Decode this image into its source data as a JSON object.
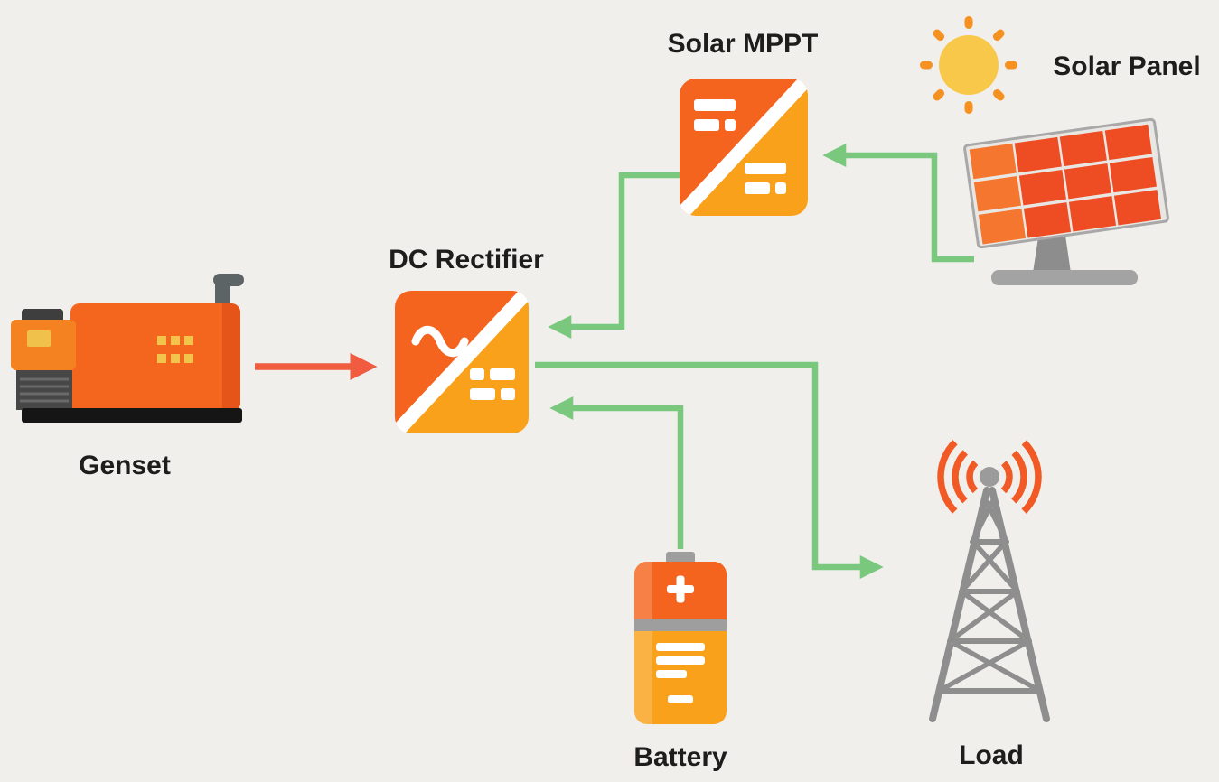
{
  "diagram": {
    "type": "flow",
    "background": "#f1efec",
    "nodes": {
      "genset": {
        "label": "Genset"
      },
      "dc_rectifier": {
        "label": "DC Rectifier"
      },
      "solar_mppt": {
        "label": "Solar MPPT"
      },
      "solar_panel": {
        "label": "Solar Panel"
      },
      "battery": {
        "label": "Battery"
      },
      "load": {
        "label": "Load"
      }
    },
    "edges": [
      {
        "from": "genset",
        "to": "dc_rectifier",
        "color": "#f15b40"
      },
      {
        "from": "solar_panel",
        "to": "solar_mppt",
        "color": "#79c87e"
      },
      {
        "from": "solar_mppt",
        "to": "dc_rectifier",
        "color": "#79c87e"
      },
      {
        "from": "battery",
        "to": "dc_rectifier",
        "color": "#79c87e"
      },
      {
        "from": "dc_rectifier",
        "to": "load",
        "color": "#79c87e"
      }
    ],
    "colors": {
      "orange_dark": "#f4641e",
      "orange_light": "#f9a11b",
      "green_arrow": "#79c87e",
      "orange_arrow": "#f15b40",
      "signal_orange": "#f15a24",
      "gray": "#8e8e8e",
      "text": "#1f1d1b",
      "sun_yellow": "#f8c84a",
      "battery_band_gray": "#9e9e9e",
      "base_black": "#161616",
      "background": "#f1efec"
    }
  }
}
